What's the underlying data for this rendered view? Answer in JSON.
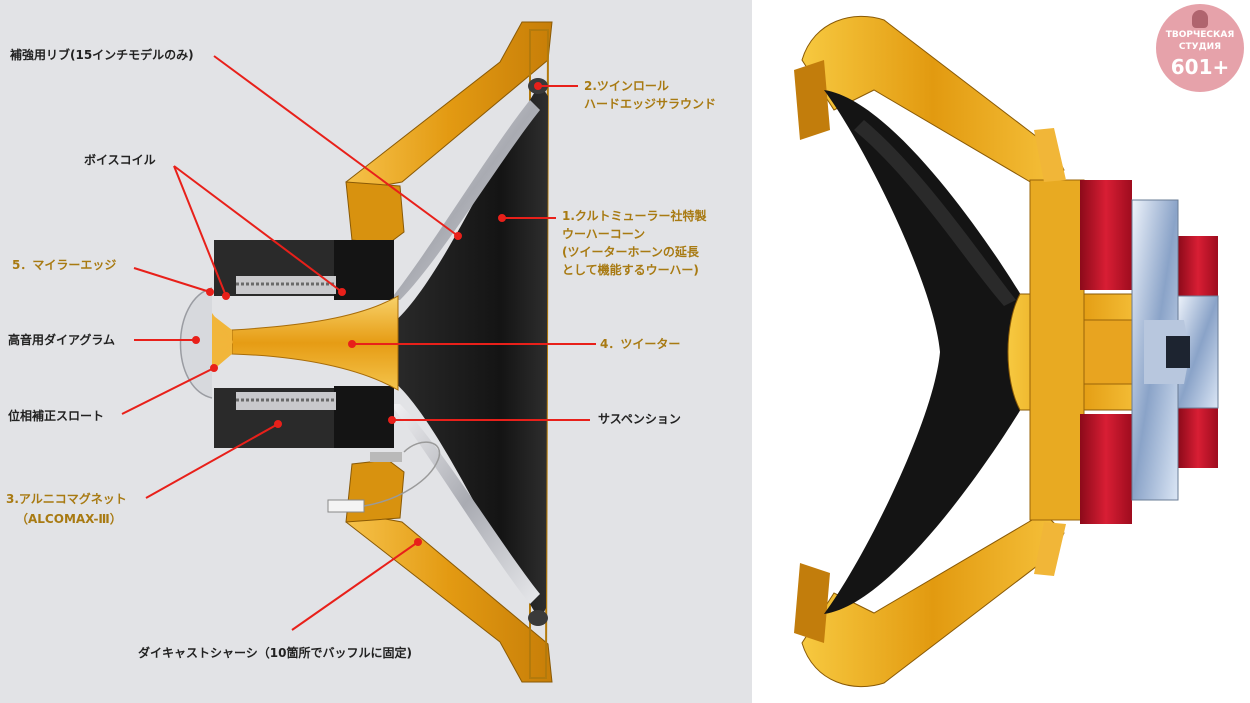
{
  "labels": {
    "rib": "補強用リブ(15インチモデルのみ)",
    "voice_coil": "ボイスコイル",
    "mylar_edge": "5．マイラーエッジ",
    "hf_diaphragm": "高音用ダイアグラム",
    "phase_plug": "位相補正スロート",
    "alnico": "3.アルニコマグネット",
    "alnico_sub": "（ALCOMAX-Ⅲ）",
    "twin_roll_1": "2.ツインロール",
    "twin_roll_2": "ハードエッジサラウンド",
    "cone_1": "1.クルトミューラー社特製",
    "cone_2": "ウーハーコーン",
    "cone_3": "(ツイーターホーンの延長",
    "cone_4": "として機能するウーハー)",
    "tweeter": "4．ツイーター",
    "suspension": "サスペンション",
    "chassis": "ダイキャストシャーシ（10箇所でバッフルに固定)"
  },
  "watermark": {
    "line1": "ТВОРЧЕСКАЯ",
    "line2": "СТУДИЯ",
    "line3": "601+"
  },
  "colors": {
    "left_background": "#e2e3e6",
    "leader_line": "#e8201a",
    "gold_label": "#a87a12",
    "chassis_gold": "#e3a419",
    "cone_black": "#1a1a1a",
    "magnet_red": "#c2162c",
    "watermark_pink": "#e6a2aa"
  }
}
